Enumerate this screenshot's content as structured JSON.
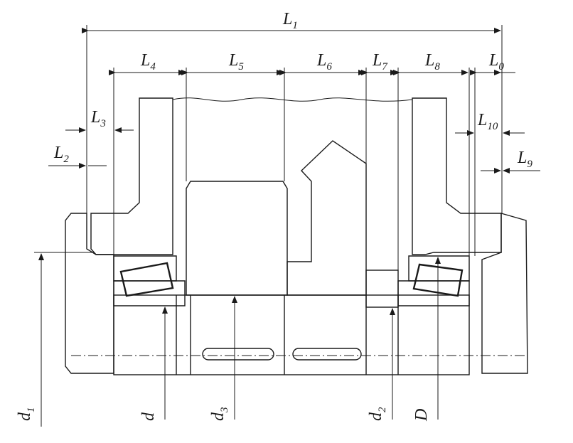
{
  "diagram": {
    "labels": {
      "L1": {
        "main": "L",
        "sub": "1"
      },
      "L0": {
        "main": "L",
        "sub": "0"
      },
      "L2": {
        "main": "L",
        "sub": "2"
      },
      "L3": {
        "main": "L",
        "sub": "3"
      },
      "L4": {
        "main": "L",
        "sub": "4"
      },
      "L5": {
        "main": "L",
        "sub": "5"
      },
      "L6": {
        "main": "L",
        "sub": "6"
      },
      "L7": {
        "main": "L",
        "sub": "7"
      },
      "L8": {
        "main": "L",
        "sub": "8"
      },
      "L9": {
        "main": "L",
        "sub": "9"
      },
      "L10": {
        "main": "L",
        "sub": "10"
      },
      "d1": {
        "main": "d",
        "sub": "1"
      },
      "d": {
        "main": "d",
        "sub": ""
      },
      "d3": {
        "main": "d",
        "sub": "3"
      },
      "d2": {
        "main": "d",
        "sub": "2"
      },
      "D": {
        "main": "D",
        "sub": ""
      }
    }
  }
}
